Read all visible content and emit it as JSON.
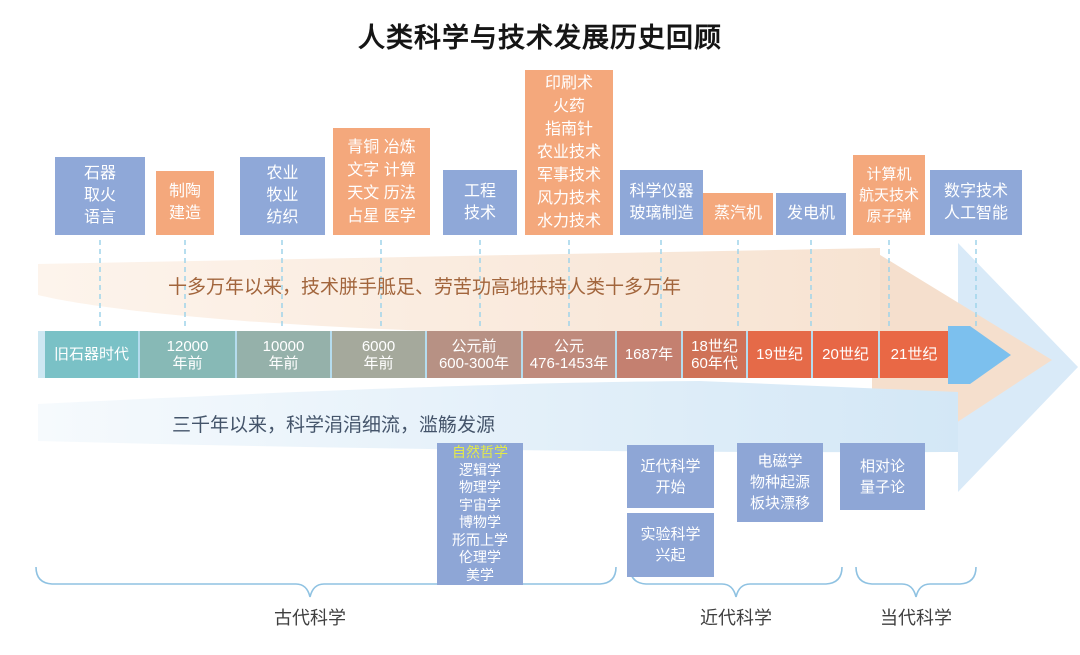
{
  "title": "人类科学与技术发展历史回顾",
  "colors": {
    "tech_box_blue": "#8fa8d8",
    "tech_box_orange": "#f4a87c",
    "science_box_blue": "#8ea6d6",
    "highlight_yellow": "#e3ea48",
    "band_tech_fill": "#f7e3d2",
    "band_science_fill": "#d3e7f6",
    "timeline_arrow": "#7cc0ee",
    "divider_blue": "#b5dcee",
    "brace_blue": "#8fc2e2",
    "tech_band_text_color": "#a2653c",
    "science_band_text_color": "#44546a"
  },
  "tech_boxes": [
    {
      "id": "stone-fire-language",
      "style": "blue",
      "lines": [
        "石器",
        "取火",
        "语言"
      ]
    },
    {
      "id": "pottery-construction",
      "style": "orange",
      "lines": [
        "制陶",
        "建造"
      ]
    },
    {
      "id": "agriculture-textile",
      "style": "blue",
      "lines": [
        "农业",
        "牧业",
        "纺织"
      ]
    },
    {
      "id": "bronze-writing-astro",
      "style": "orange",
      "lines": [
        "青铜 冶炼",
        "文字 计算",
        "天文 历法",
        "占星 医学"
      ]
    },
    {
      "id": "engineering-tech",
      "style": "blue",
      "lines": [
        "工程",
        "技术"
      ]
    },
    {
      "id": "printing-gunpowder",
      "style": "orange",
      "lines": [
        "印刷术",
        "火药",
        "指南针",
        "农业技术",
        "军事技术",
        "风力技术",
        "水力技术"
      ]
    },
    {
      "id": "instruments-glass",
      "style": "blue",
      "lines": [
        "科学仪器",
        "玻璃制造"
      ]
    },
    {
      "id": "steam-engine",
      "style": "orange",
      "lines": [
        "蒸汽机"
      ]
    },
    {
      "id": "generator",
      "style": "blue",
      "lines": [
        "发电机"
      ]
    },
    {
      "id": "computer-space-atomic",
      "style": "orange",
      "lines": [
        "计算机",
        "航天技术",
        "原子弹"
      ]
    },
    {
      "id": "digital-ai",
      "style": "blue",
      "lines": [
        "数字技术",
        "人工智能"
      ]
    }
  ],
  "bands": {
    "tech_band_text": "十多万年以来，技术胼手胝足、劳苦功高地扶持人类十多万年",
    "science_band_text": "三千年以来，科学涓涓细流，滥觞发源"
  },
  "timeline": {
    "segments": [
      {
        "lines": [
          "旧石器时代"
        ],
        "color": "#7ac1c6"
      },
      {
        "lines": [
          "12000",
          "年前"
        ],
        "color": "#87b9b6"
      },
      {
        "lines": [
          "10000",
          "年前"
        ],
        "color": "#95b1aa"
      },
      {
        "lines": [
          "6000",
          "年前"
        ],
        "color": "#a5a99c"
      },
      {
        "lines": [
          "公元前",
          "600-300年"
        ],
        "color": "#b79184"
      },
      {
        "lines": [
          "公元",
          "476-1453年"
        ],
        "color": "#bf8a7c"
      },
      {
        "lines": [
          "1687年"
        ],
        "color": "#c48070"
      },
      {
        "lines": [
          "18世纪",
          "60年代"
        ],
        "color": "#cf7257"
      },
      {
        "lines": [
          "19世纪"
        ],
        "color": "#e56a48"
      },
      {
        "lines": [
          "20世纪"
        ],
        "color": "#e76746"
      },
      {
        "lines": [
          "21世纪"
        ],
        "color": "#e96845"
      }
    ]
  },
  "science_boxes": [
    {
      "id": "ancient-disciplines",
      "lines": [
        "自然哲学",
        "逻辑学",
        "物理学",
        "宇宙学",
        "博物学",
        "形而上学",
        "伦理学",
        "美学"
      ]
    },
    {
      "id": "modern-science-start",
      "lines": [
        "近代科学",
        "开始"
      ]
    },
    {
      "id": "experimental-science",
      "lines": [
        "实验科学",
        "兴起"
      ]
    },
    {
      "id": "em-species-plates",
      "lines": [
        "电磁学",
        "物种起源",
        "板块漂移"
      ]
    },
    {
      "id": "relativity-quantum",
      "lines": [
        "相对论",
        "量子论"
      ]
    }
  ],
  "eras": [
    {
      "label": "古代科学"
    },
    {
      "label": "近代科学"
    },
    {
      "label": "当代科学"
    }
  ]
}
